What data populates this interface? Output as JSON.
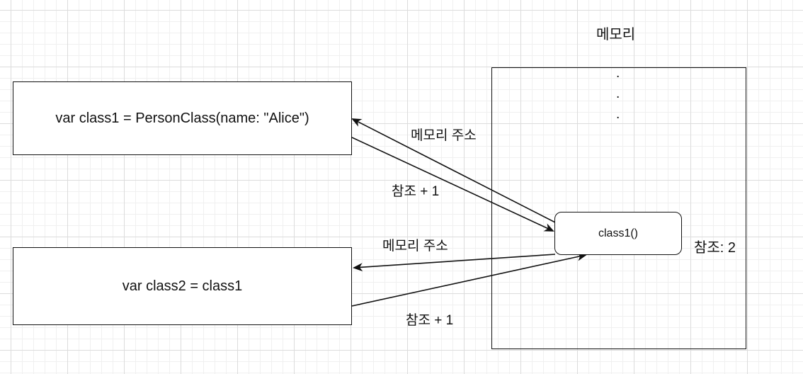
{
  "memory": {
    "title": "메모리",
    "dots": [
      ".",
      ".",
      "."
    ],
    "object_label": "class1()",
    "ref_count_label": "참조: 2"
  },
  "class1_box": {
    "code": "var class1 = PersonClass(name: \"Alice\")"
  },
  "class2_box": {
    "code": "var class2 = class1"
  },
  "edges": {
    "class1_address": "메모리 주소",
    "class1_ref": "참조 + 1",
    "class2_address": "메모리 주소",
    "class2_ref": "참조 + 1"
  }
}
